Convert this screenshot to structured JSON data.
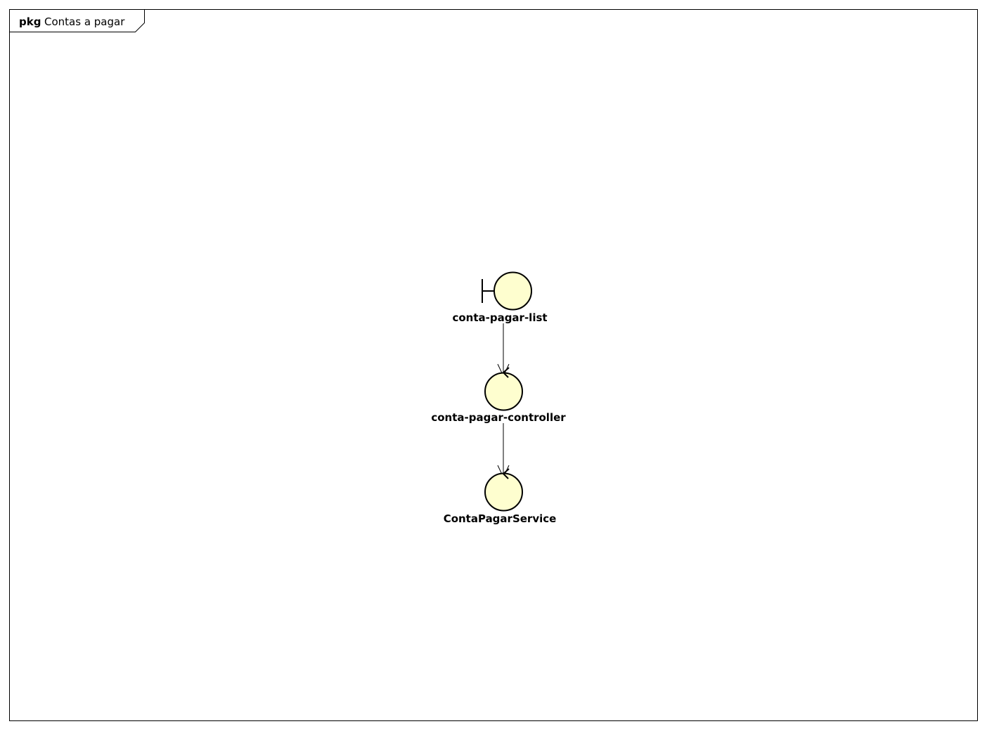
{
  "package": {
    "keyword": "pkg",
    "name": "Contas a pagar"
  },
  "colors": {
    "node_fill": "#fefecf",
    "stroke": "#000000",
    "background": "#ffffff"
  },
  "nodes": [
    {
      "id": "list",
      "stereotype": "boundary",
      "label": "conta-pagar-list"
    },
    {
      "id": "controller",
      "stereotype": "control",
      "label": "conta-pagar-controller"
    },
    {
      "id": "service",
      "stereotype": "control",
      "label": "ContaPagarService"
    }
  ],
  "edges": [
    {
      "from": "list",
      "to": "controller",
      "arrow": "open"
    },
    {
      "from": "controller",
      "to": "service",
      "arrow": "open"
    }
  ]
}
